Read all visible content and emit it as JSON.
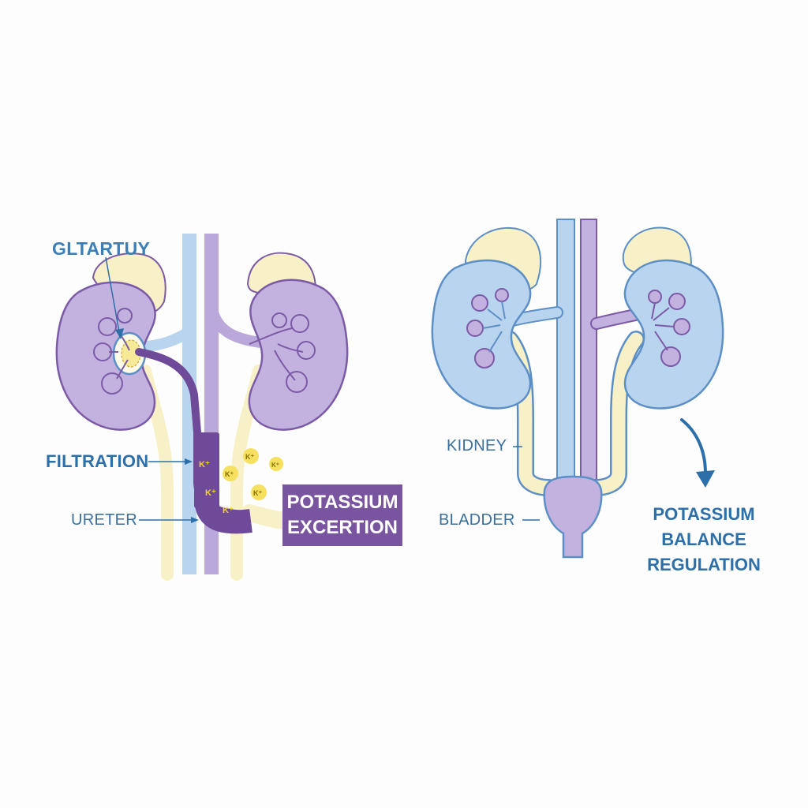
{
  "left_diagram": {
    "glomerulus_label": "GLTARTUY",
    "filtration_label": "FILTRATION",
    "ureter_label": "URETER",
    "excretion_badge": {
      "line1": "POTASSIUM",
      "line2": "EXCERTION"
    },
    "ion_label": "K⁺"
  },
  "right_diagram": {
    "kidney_label": "KIDNEY",
    "bladder_label": "BLADDER",
    "regulation_title": {
      "line1": "POTASSIUM",
      "line2": "BALANCE",
      "line3": "REGULATION"
    }
  },
  "colors": {
    "purple": "#b9a8d9",
    "purple_stroke": "#7b5aa6",
    "blue": "#b9d4ef",
    "blue_stroke": "#5d8fc7",
    "yellow": "#f8f1c7",
    "dark_purple": "#6e4a98",
    "label_blue": "#2d6fa8",
    "ion_yellow": "#f3d329"
  }
}
